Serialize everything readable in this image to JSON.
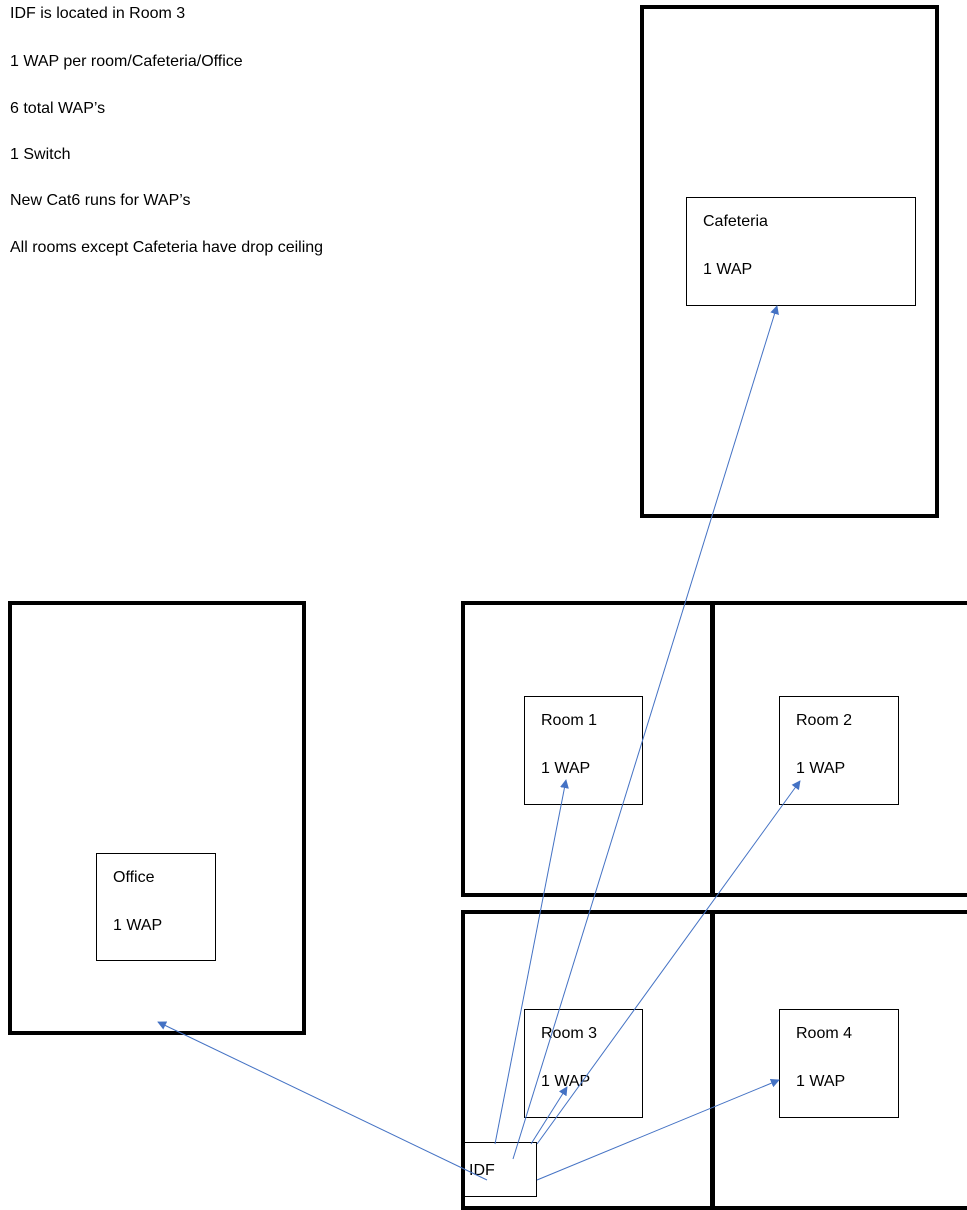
{
  "notes": [
    "IDF is located in Room 3",
    "1 WAP per room/Cafeteria/Office",
    "6 total WAP’s",
    "1 Switch",
    "New Cat6 runs for WAP’s",
    "All rooms except Cafeteria have drop ceiling"
  ],
  "areas": {
    "cafeteria": {
      "name": "Cafeteria",
      "wap": "1 WAP"
    },
    "office": {
      "name": "Office",
      "wap": "1 WAP"
    },
    "room1": {
      "name": "Room 1",
      "wap": "1 WAP"
    },
    "room2": {
      "name": "Room 2",
      "wap": "1 WAP"
    },
    "room3": {
      "name": "Room 3",
      "wap": "1 WAP"
    },
    "room4": {
      "name": "Room 4",
      "wap": "1 WAP"
    }
  },
  "idf": {
    "label": "IDF"
  },
  "colors": {
    "wire": "#4472C4",
    "wall": "#000000"
  }
}
